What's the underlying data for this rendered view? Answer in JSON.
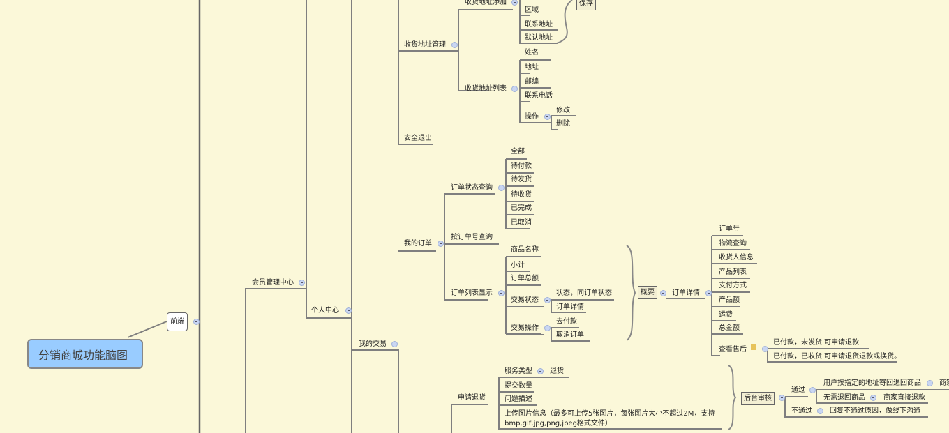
{
  "title": "分销商城功能脑图",
  "nodes": {
    "frontend": "前端",
    "member_center": "会员管理中心",
    "personal_center": "个人中心",
    "my_trade": "我的交易",
    "addr_mgmt": "收货地址管理",
    "logout": "安全退出",
    "addr_add": "收货地址添加",
    "region": "区域",
    "contact_addr": "联系地址",
    "default_addr": "默认地址",
    "save": "保存",
    "addr_list": "收货地址列表",
    "name": "姓名",
    "address": "地址",
    "postcode": "邮编",
    "phone": "联系电话",
    "operation": "操作",
    "edit": "修改",
    "delete": "删除",
    "my_orders": "我的订单",
    "status_query": "订单状态查询",
    "orderno_query": "按订单号查询",
    "order_list": "订单列表显示",
    "all": "全部",
    "pending_pay": "待付款",
    "pending_ship": "待发货",
    "pending_receive": "待收货",
    "completed": "已完成",
    "cancelled": "已取消",
    "product_name": "商品名称",
    "subtotal": "小计",
    "order_total": "订单总额",
    "trade_status": "交易状态",
    "trade_op": "交易操作",
    "status_same": "状态，同订单状态",
    "order_detail_link": "订单详情",
    "go_pay": "去付款",
    "cancel_order": "取消订单",
    "summary": "概要",
    "order_detail": "订单详情",
    "order_no": "订单号",
    "logistics": "物流查询",
    "receiver": "收货人信息",
    "product_list": "产品列表",
    "pay_method": "支付方式",
    "product_amount": "产品额",
    "shipping": "运费",
    "grand_total": "总金额",
    "after_sale": "查看售后",
    "paid_unshipped": "已付款，未发货 可申请退款",
    "paid_received": "已付款，已收货 可申请退货退款或换货。",
    "apply_return": "申请退货",
    "service_type": "服务类型",
    "return": "退货",
    "submit_qty": "提交数量",
    "problem_desc": "问题描述",
    "upload_line1": "上传图片信息（最多可上传5张图片，每张图片大小不超过2M，支持",
    "upload_line2": "bmp,gif,jpg,png,jpeg格式文件）",
    "backend_review": "后台审核",
    "pass": "通过",
    "reject": "不通过",
    "user_return": "用户按指定的地址寄回退回商品",
    "merchant_cut": "商家",
    "no_return": "无需退回商品",
    "merchant_refund": "商家直接退款",
    "reject_reply": "回复不通过原因，做线下沟通"
  }
}
